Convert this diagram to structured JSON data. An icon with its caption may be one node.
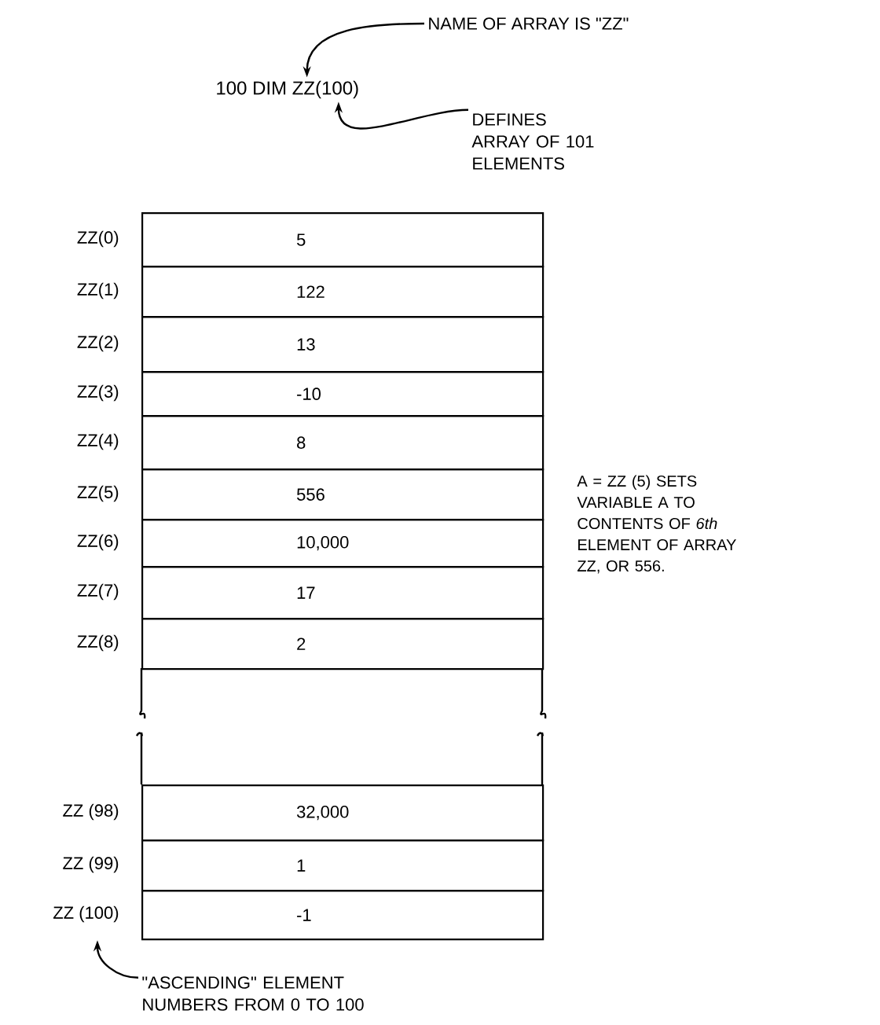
{
  "diagram": {
    "nodes": [
      {
        "text": [
          "100 DIM ZZ(100)"
        ]
      },
      {
        "text": [
          "NAME OF ARRAY IS \"ZZ\""
        ]
      },
      {
        "text": [
          "DEFINES ARRAY OF 101 ELEMENTS"
        ]
      },
      {
        "text": [
          "5"
        ],
        "beside": [
          "ZZ(0)"
        ]
      },
      {
        "text": [
          "122"
        ],
        "beside": [
          "ZZ(1)"
        ]
      },
      {
        "text": [
          "13"
        ],
        "beside": [
          "ZZ(2)"
        ]
      },
      {
        "text": [
          "-10"
        ],
        "beside": [
          "ZZ(3)"
        ]
      },
      {
        "text": [
          "8"
        ],
        "beside": [
          "ZZ(4)"
        ]
      },
      {
        "text": [
          "556"
        ],
        "beside": [
          "ZZ(5)"
        ]
      },
      {
        "text": [
          "10,000"
        ],
        "beside": [
          "ZZ(6)"
        ]
      },
      {
        "text": [
          "17"
        ],
        "beside": [
          "ZZ(7)"
        ]
      },
      {
        "text": [
          "2"
        ],
        "beside": [
          "ZZ(8)"
        ]
      },
      {
        "text": [
          "32,000"
        ],
        "beside": [
          "ZZ (98)"
        ]
      },
      {
        "text": [
          "1"
        ],
        "beside": [
          "ZZ (99)"
        ]
      },
      {
        "text": [
          "-1"
        ],
        "beside": [
          "ZZ (100)"
        ]
      },
      {
        "text": [
          "\"ASCENDING\" ELEMENT NUMBERS FROM 0 TO 100"
        ]
      }
    ],
    "edges": [
      {
        "from": 1,
        "to": 0,
        "arrow": "to"
      },
      {
        "from": 2,
        "to": 0,
        "arrow": "to"
      },
      {
        "from": 15,
        "to": 14,
        "arrow": "to"
      }
    ],
    "labels": [
      "A = ZZ (5) SETS VARIABLE A TO CONTENTS OF *6th* ELEMENT OF ARRAY ZZ, OR 556."
    ]
  }
}
